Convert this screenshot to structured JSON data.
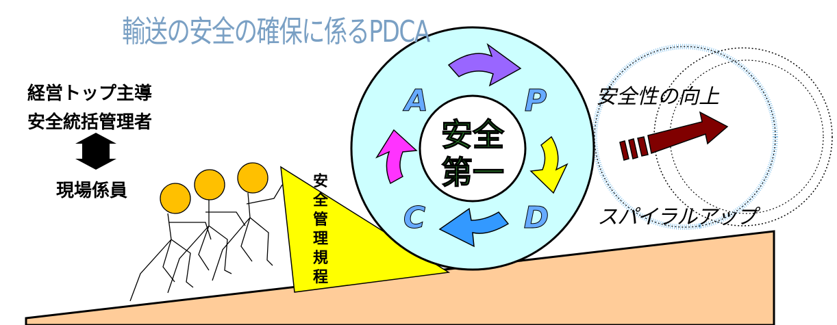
{
  "title": "輸送の安全の確保に係るPDCA",
  "roles": {
    "top": "経営トップ主導",
    "manager": "安全統括管理者",
    "field": "現場係員"
  },
  "triangle_text": "安全管理規程",
  "center_text": [
    "安全",
    "第一"
  ],
  "cycle_letters": {
    "p": "P",
    "d": "D",
    "c": "C",
    "a": "A"
  },
  "improvement": "安全性の向上",
  "spiral": "スパイラルアップ",
  "colors": {
    "title": "#7aa0c4",
    "slope": "#ffcc99",
    "wheel_outer": "#ccffff",
    "triangle": "#ffff00",
    "heads": "#ffc000",
    "center_text": "#339933",
    "arrow_plan": "#9966ff",
    "arrow_do": "#ffff00",
    "arrow_check": "#3399ff",
    "arrow_act": "#ff33ff",
    "improve_arrow": "#800000"
  }
}
